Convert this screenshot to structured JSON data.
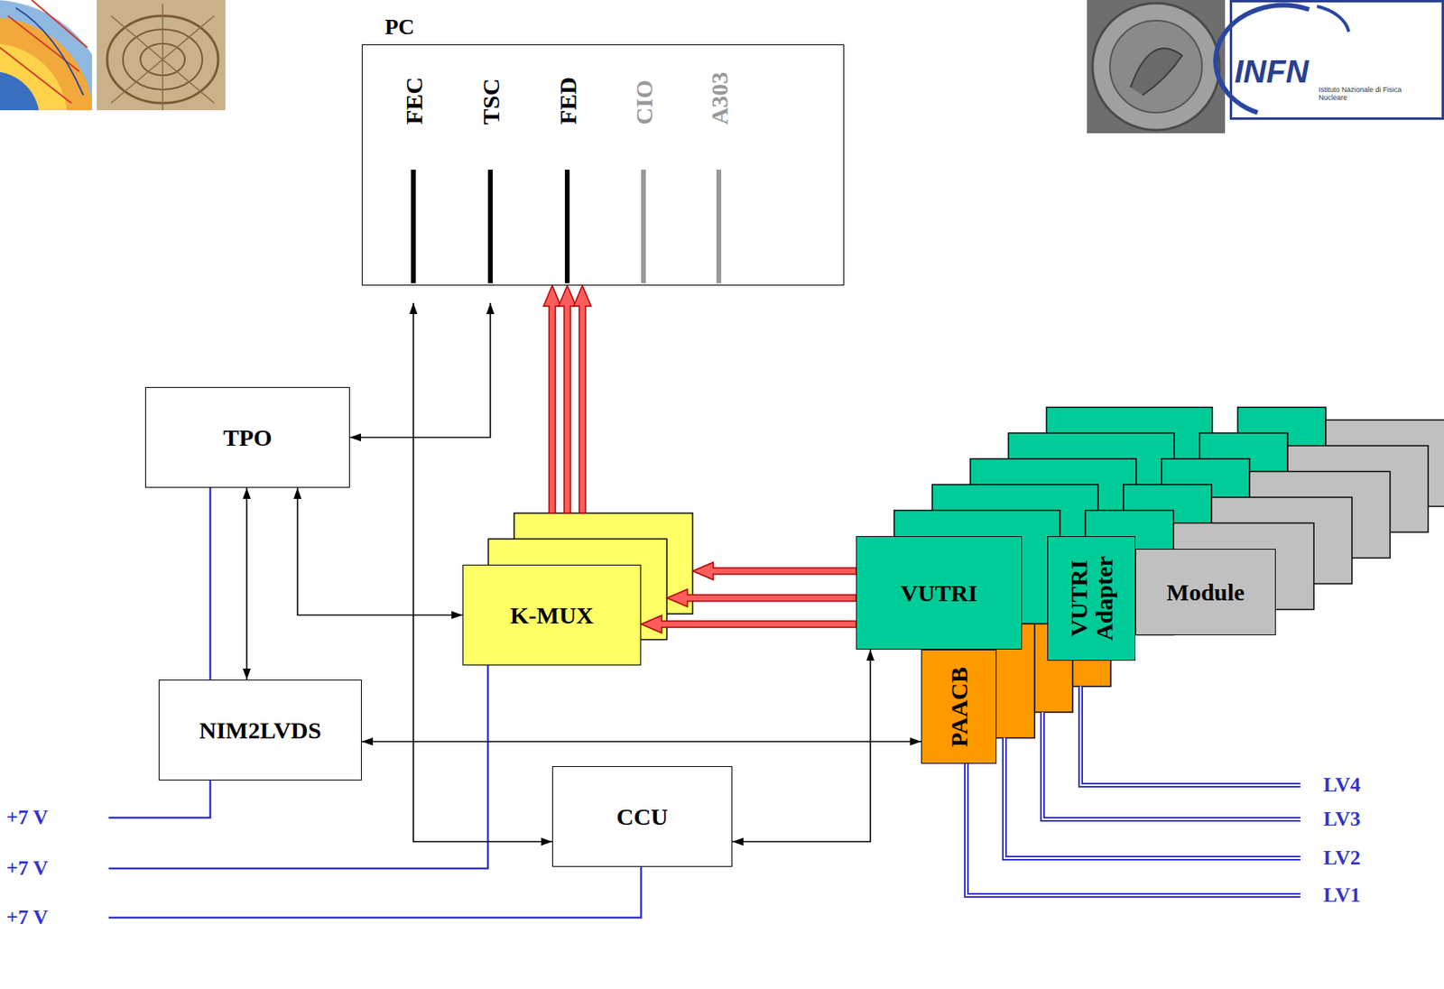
{
  "diagram": {
    "nodes": [
      {
        "text": [
          "PC"
        ]
      },
      {
        "text": [
          "FEC"
        ],
        "in": 0
      },
      {
        "text": [
          "TSC"
        ],
        "in": 0
      },
      {
        "text": [
          "FED"
        ],
        "in": 0
      },
      {
        "text": [
          "CIO"
        ],
        "in": 0
      },
      {
        "text": [
          "A303"
        ],
        "in": 0
      },
      {
        "text": [
          "TPO"
        ]
      },
      {
        "text": [
          "K-MUX"
        ]
      },
      {
        "text": [
          "VUTRI"
        ]
      },
      {
        "text": [
          "VUTRI Adapter"
        ]
      },
      {
        "text": [
          "Module"
        ]
      },
      {
        "text": [
          "NIM2LVDS"
        ]
      },
      {
        "text": [
          "PAACB"
        ]
      },
      {
        "text": [
          "CCU"
        ]
      }
    ],
    "edges": [
      {
        "from": 1,
        "to": 13,
        "arrow": "both"
      },
      {
        "from": 2,
        "to": 6,
        "arrow": "both"
      },
      {
        "from": 7,
        "to": 3,
        "arrow": "to"
      },
      {
        "from": 7,
        "to": 3,
        "arrow": "to"
      },
      {
        "from": 7,
        "to": 3,
        "arrow": "to"
      },
      {
        "from": 6,
        "to": 11,
        "arrow": "both"
      },
      {
        "from": 6,
        "to": 11,
        "arrow": "none"
      },
      {
        "from": 6,
        "to": 7,
        "arrow": "both"
      },
      {
        "from": 11,
        "to": 12,
        "arrow": "both"
      },
      {
        "from": 13,
        "to": 8,
        "arrow": "both"
      },
      {
        "from": 8,
        "to": 7,
        "arrow": "to"
      },
      {
        "from": 8,
        "to": 7,
        "arrow": "to"
      },
      {
        "from": 8,
        "to": 7,
        "arrow": "to"
      }
    ],
    "labels": [
      "INFN",
      "Istituto Nazionale di Fisica Nucleare",
      "LV4",
      "LV3",
      "LV2",
      "LV1",
      "+7 V",
      "+7 V",
      "+7 V"
    ]
  }
}
